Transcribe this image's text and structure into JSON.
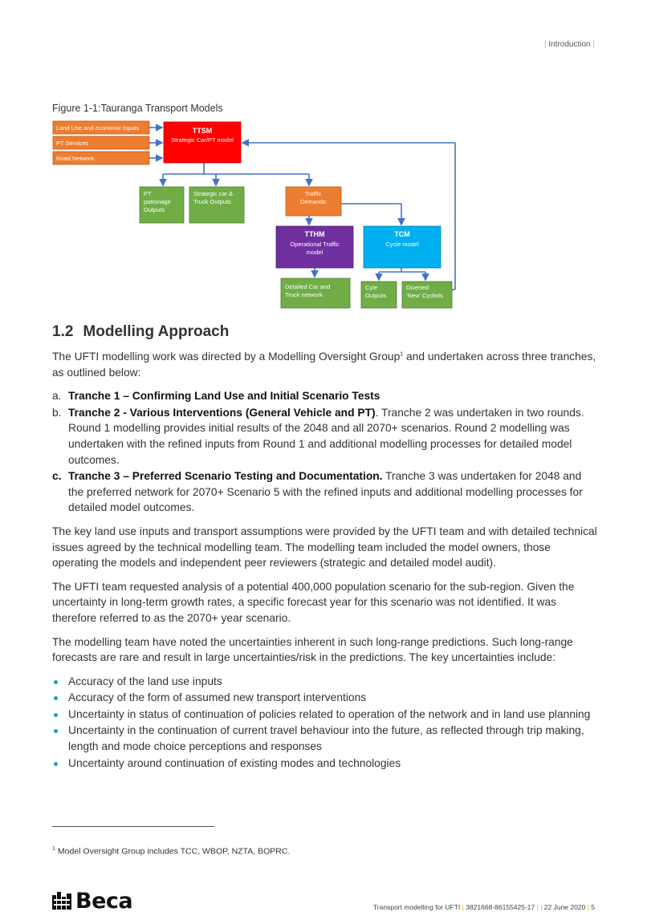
{
  "header": {
    "section": "Introduction"
  },
  "figure": {
    "caption": "Figure 1-1:Tauranga Transport Models",
    "inputs": [
      "Land Use and economic inputs",
      "PT Services",
      "Road Network"
    ],
    "ttsm": {
      "title": "TTSM",
      "subtitle": "Strategic Car/PT model"
    },
    "pt_outputs": [
      "PT",
      "patronage",
      "Outputs"
    ],
    "car_outputs": [
      "Strategic car &",
      "Truck Outputs"
    ],
    "traffic_demands": [
      "Traffic",
      "Demands"
    ],
    "tthm": {
      "title": "TTHM",
      "subtitle": [
        "Operational Traffic",
        "model"
      ]
    },
    "tcm": {
      "title": "TCM",
      "subtitle": "Cycle model"
    },
    "detailed": [
      "Detailed Car and",
      "Truck network"
    ],
    "cyle": [
      "Cyle",
      "Outputs"
    ],
    "diverted": [
      "Diverted",
      "'New' Cyclists"
    ],
    "colors": {
      "orange": "#ed7d31",
      "red": "#ff0000",
      "green": "#70ad47",
      "purple": "#7030a0",
      "cyan": "#00b0f0",
      "line": "#4472c4"
    }
  },
  "section": {
    "number": "1.2",
    "title": "Modelling Approach",
    "intro_a": "The UFTI modelling work was directed by a Modelling Oversight Group",
    "intro_sup": "1",
    "intro_b": " and undertaken across three tranches, as outlined below:",
    "tranches": [
      {
        "letter": "a.",
        "bold": "Tranche 1 – Confirming Land Use and Initial Scenario Tests",
        "bold_end": "",
        "rest": ""
      },
      {
        "letter": "b.",
        "bold": "Tranche 2 - Various Interventions (General Vehicle and PT",
        "bold_end": ")",
        "rest": ". Tranche 2 was undertaken in two rounds. Round 1 modelling provides initial results of the 2048 and all 2070+ scenarios. Round 2 modelling was undertaken with the refined inputs from Round 1 and additional modelling processes for detailed model outcomes."
      },
      {
        "letter": "c.",
        "bold": "Tranche 3 – Preferred Scenario Testing and Documentation.",
        "bold_end": "",
        "rest": " Tranche 3 was undertaken for 2048 and the preferred network for 2070+ Scenario 5 with the refined inputs and additional modelling processes for detailed model outcomes."
      }
    ],
    "para1": "The key land use inputs and transport assumptions were provided by the UFTI team and with detailed technical issues agreed by the technical modelling team. The modelling team included the model owners, those operating the models and independent peer reviewers (strategic and detailed model audit).",
    "para2": "The UFTI team requested analysis of a potential 400,000 population scenario for the sub-region. Given the uncertainty in long-term growth rates, a specific forecast year for this scenario was not identified. It was therefore referred to as the 2070+ year scenario.",
    "para3": "The modelling team have noted the uncertainties inherent in such long-range predictions.  Such long-range forecasts are rare and result in large uncertainties/risk in the predictions.  The key uncertainties include:",
    "bullets": [
      "Accuracy of the land use inputs",
      "Accuracy of the form of assumed new transport interventions",
      "Uncertainty in status of continuation of policies related to operation of the network and in land use planning",
      "Uncertainty in the continuation of current travel behaviour into the future, as reflected through trip making, length and mode choice perceptions and responses",
      "Uncertainty around continuation of existing modes and technologies"
    ]
  },
  "footnote": {
    "mark": "1",
    "text": "Model Oversight Group includes TCC, WBOP, NZTA, BOPRC."
  },
  "footer": {
    "logo": "Beca",
    "doc": "Transport modelling for UFTI",
    "ref": "3821668-86155425-17",
    "date": "22 June 2020",
    "page": "5"
  }
}
